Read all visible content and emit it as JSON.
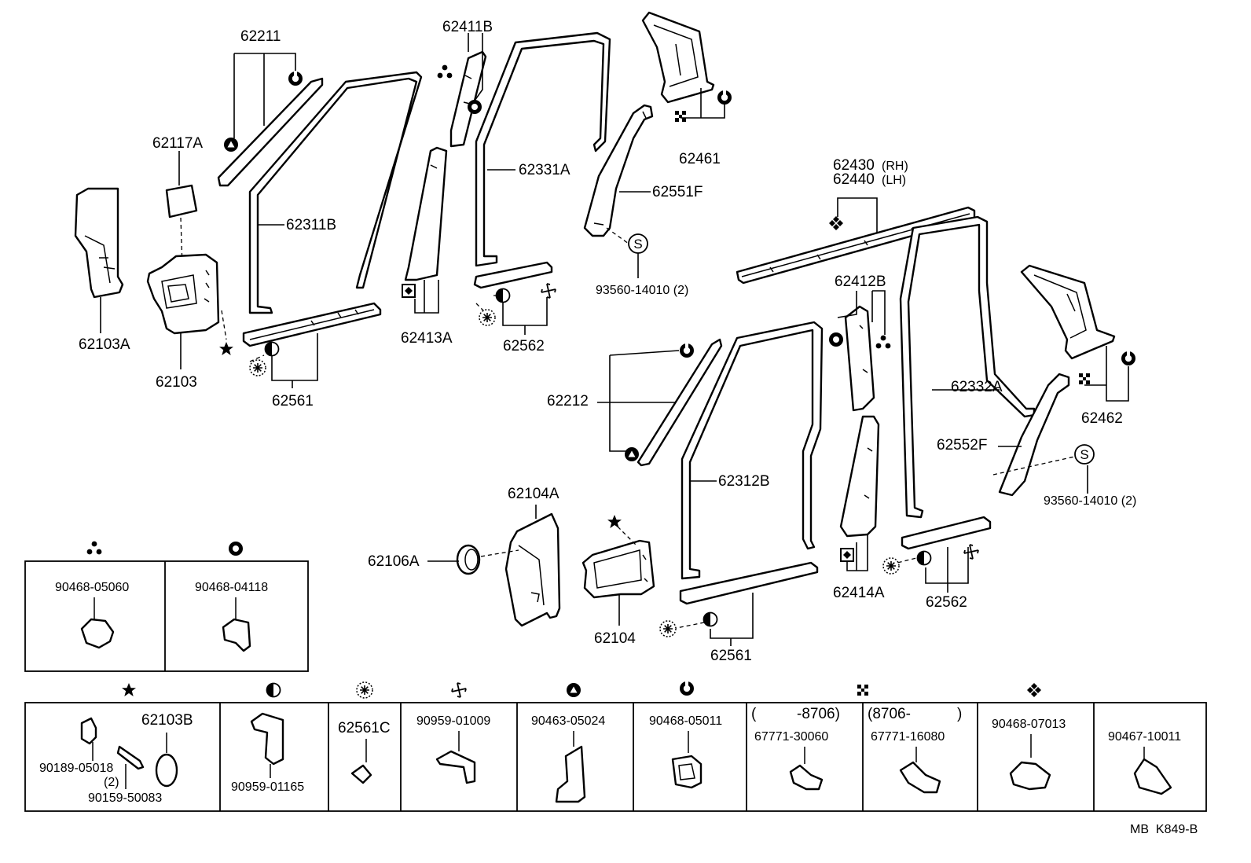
{
  "diagram": {
    "labels": {
      "p62211": "62211",
      "p62411B": "62411B",
      "p62117A": "62117A",
      "p62331A": "62331A",
      "p62461": "62461",
      "p62551F": "62551F",
      "p62311B": "62311B",
      "p62430": "62430",
      "p62430_side": "(RH)",
      "p62440": "62440",
      "p62440_side": "(LH)",
      "p93560a": "93560-14010 (2)",
      "p62103A": "62103A",
      "p62103": "62103",
      "p62413A": "62413A",
      "p62562a": "62562",
      "p62561a": "62561",
      "p62412B": "62412B",
      "p62212": "62212",
      "p62332A": "62332A",
      "p62462": "62462",
      "p62552F": "62552F",
      "p93560b": "93560-14010 (2)",
      "p62312B": "62312B",
      "p62104A": "62104A",
      "p62106A": "62106A",
      "p62104": "62104",
      "p62414A": "62414A",
      "p62562b": "62562",
      "p62561b": "62561"
    },
    "fastener_table_top": [
      {
        "symbol": "three-dot-icon",
        "part_no": "90468-05060"
      },
      {
        "symbol": "ring-icon",
        "part_no": "90468-04118"
      }
    ],
    "fastener_table_bottom": [
      {
        "symbol": "star-icon",
        "parts": [
          "62103B",
          "90189-05018",
          "(2)",
          "90159-50083"
        ]
      },
      {
        "symbol": "half-circle-icon",
        "parts": [
          "90959-01165"
        ]
      },
      {
        "symbol": "asterisk-circle-icon",
        "parts": [
          "62561C"
        ]
      },
      {
        "symbol": "pinwheel-icon",
        "parts": [
          "90959-01009"
        ]
      },
      {
        "symbol": "triangle-circle-icon",
        "parts": [
          "90463-05024"
        ]
      },
      {
        "symbol": "c-ring-icon",
        "parts": [
          "90468-05011"
        ]
      },
      {
        "symbol": "cross-icon",
        "parts": [
          "(",
          "-8706)",
          "67771-30060",
          "(8706-",
          ")",
          "67771-16080"
        ]
      },
      {
        "symbol": "diamond-cluster-icon",
        "parts": [
          "90468-07013",
          "90467-10011"
        ]
      }
    ],
    "footer_code": "MB  K849-B"
  }
}
